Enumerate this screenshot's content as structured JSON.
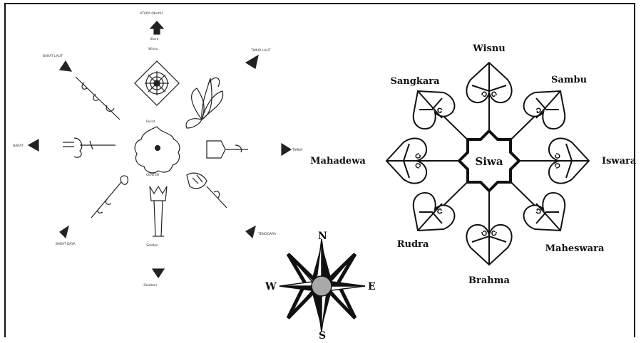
{
  "mandala": {
    "center": "Siwa",
    "deities": [
      {
        "key": "north",
        "label": "Wisnu"
      },
      {
        "key": "northeast",
        "label": "Sambu"
      },
      {
        "key": "east",
        "label": "Iswara"
      },
      {
        "key": "southeast",
        "label": "Maheswara"
      },
      {
        "key": "south",
        "label": "Brahma"
      },
      {
        "key": "southwest",
        "label": "Rudra"
      },
      {
        "key": "west",
        "label": "Mahadewa"
      },
      {
        "key": "northwest",
        "label": "Sangkara"
      }
    ]
  },
  "compass": {
    "n": "N",
    "e": "E",
    "s": "S",
    "w": "W"
  },
  "colors": {
    "ink": "#111111",
    "compass_center": "#a8a8a8"
  },
  "left_diagram": {
    "weapons": [
      "chakra-icon",
      "trisula-icon",
      "bajra-icon",
      "gada-icon",
      "cemeti-icon",
      "dupa-icon",
      "nagapasa-icon",
      "padma-icon"
    ]
  }
}
